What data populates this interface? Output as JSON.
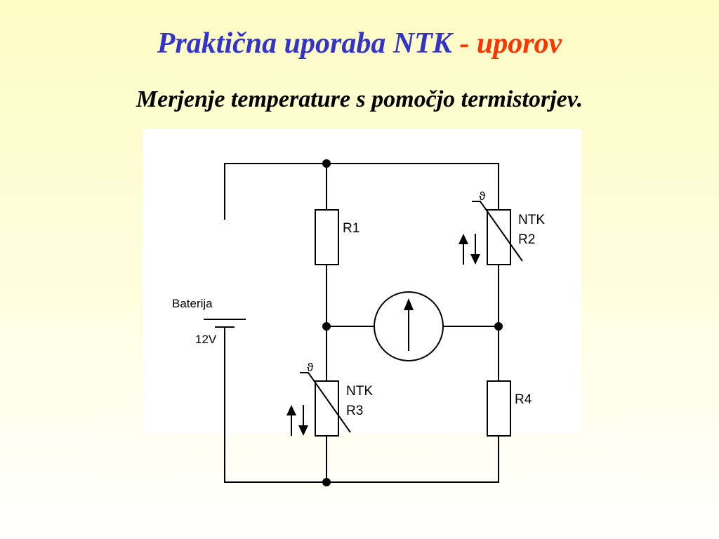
{
  "slide": {
    "title_part1": "Praktična uporaba NTK",
    "title_sep": " - ",
    "title_part2": "uporov",
    "subtitle": "Merjenje temperature s pomočjo termistorjev."
  },
  "colors": {
    "title_blue": "#3333cc",
    "title_red": "#ff3300",
    "background_top": "#fdfcc4",
    "wire": "#000000"
  },
  "circuit": {
    "battery": {
      "label": "Baterija",
      "voltage": "12V"
    },
    "R1": {
      "label": "R1"
    },
    "R2": {
      "type": "NTK",
      "label": "R2"
    },
    "R3": {
      "type": "NTK",
      "label": "R3"
    },
    "R4": {
      "label": "R4"
    },
    "thermistor_symbol": "ϑ",
    "meter": {
      "icon": "up-arrow-gauge-icon"
    }
  }
}
